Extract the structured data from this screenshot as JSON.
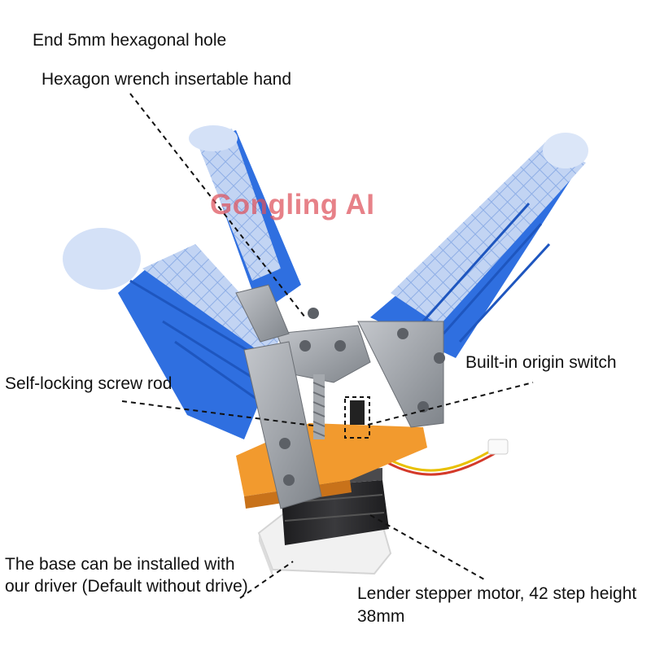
{
  "labels": {
    "hex_hole": "End 5mm hexagonal hole",
    "hex_wrench": "Hexagon wrench insertable hand",
    "origin_switch": "Built-in origin switch",
    "screw_rod": "Self-locking screw rod",
    "base": "The base can be installed with our driver  (Default without drive)",
    "motor": "Lender stepper motor, 42 step height 38mm"
  },
  "watermark": "Gongling AI",
  "colors": {
    "finger_blue": "#2f6fe0",
    "silicone_pad": "#c9d9f4",
    "orange_mount": "#f29a2e",
    "steel": "#9a9ea4",
    "motor_black": "#2a2a2c",
    "base_white": "#f1f1f1",
    "watermark_red": "#de505a"
  }
}
